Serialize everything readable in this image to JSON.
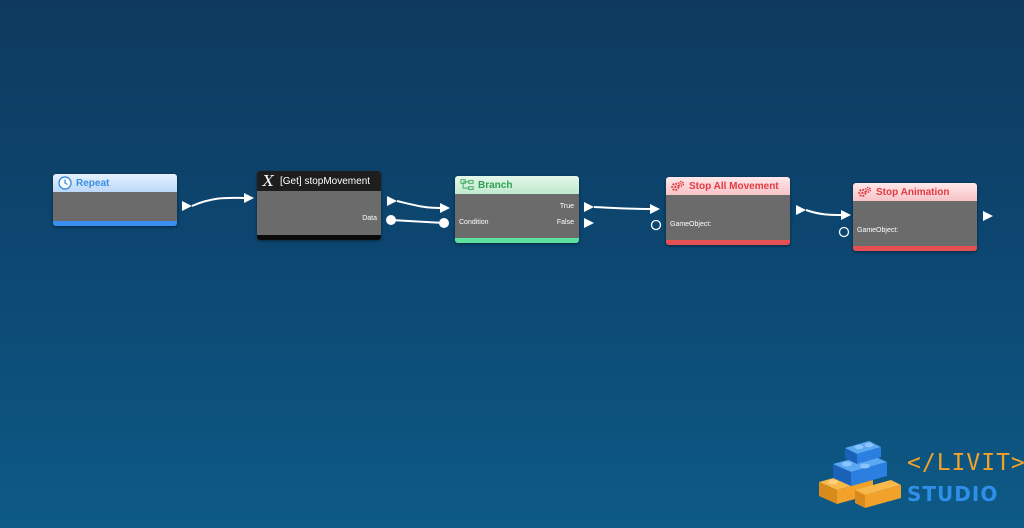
{
  "graph": {
    "nodes": {
      "repeat": {
        "title": "Repeat",
        "icon": "clock-icon"
      },
      "get_stop_movement": {
        "title": "[Get] stopMovement",
        "icon": "variable-x-icon",
        "data_label": "Data"
      },
      "branch": {
        "title": "Branch",
        "icon": "branch-icon",
        "true_label": "True",
        "false_label": "False",
        "condition_label": "Condition"
      },
      "stop_all_movement": {
        "title": "Stop All Movement",
        "icon": "gears-icon",
        "gameobject_label": "GameObject:"
      },
      "stop_animation": {
        "title": "Stop Animation",
        "icon": "gears-icon",
        "gameobject_label": "GameObject:"
      }
    },
    "colors": {
      "repeat_accent": "#3b8df0",
      "get_accent": "#1e1e1e",
      "branch_accent": "#5de0a0",
      "stop_accent": "#e65055",
      "link": "#ffffff"
    }
  },
  "logo": {
    "line1": "</LIVIT>",
    "line2": "STUDIO",
    "brick_colors": [
      "#2a7fe0",
      "#f2a12a"
    ]
  }
}
